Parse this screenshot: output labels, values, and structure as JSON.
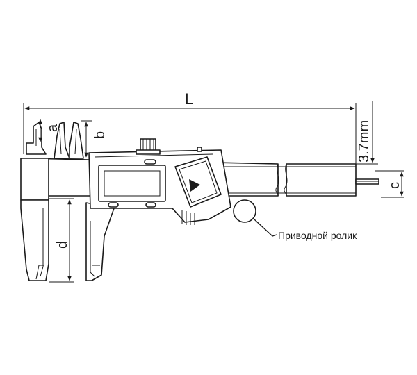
{
  "diagram": {
    "labels": {
      "L": "L",
      "a": "a",
      "b": "b",
      "d": "d",
      "c": "c",
      "mm": "3.7mm",
      "roller": "Приводной ролик"
    },
    "colors": {
      "line": "#1a1a1a",
      "background": "#ffffff"
    }
  }
}
